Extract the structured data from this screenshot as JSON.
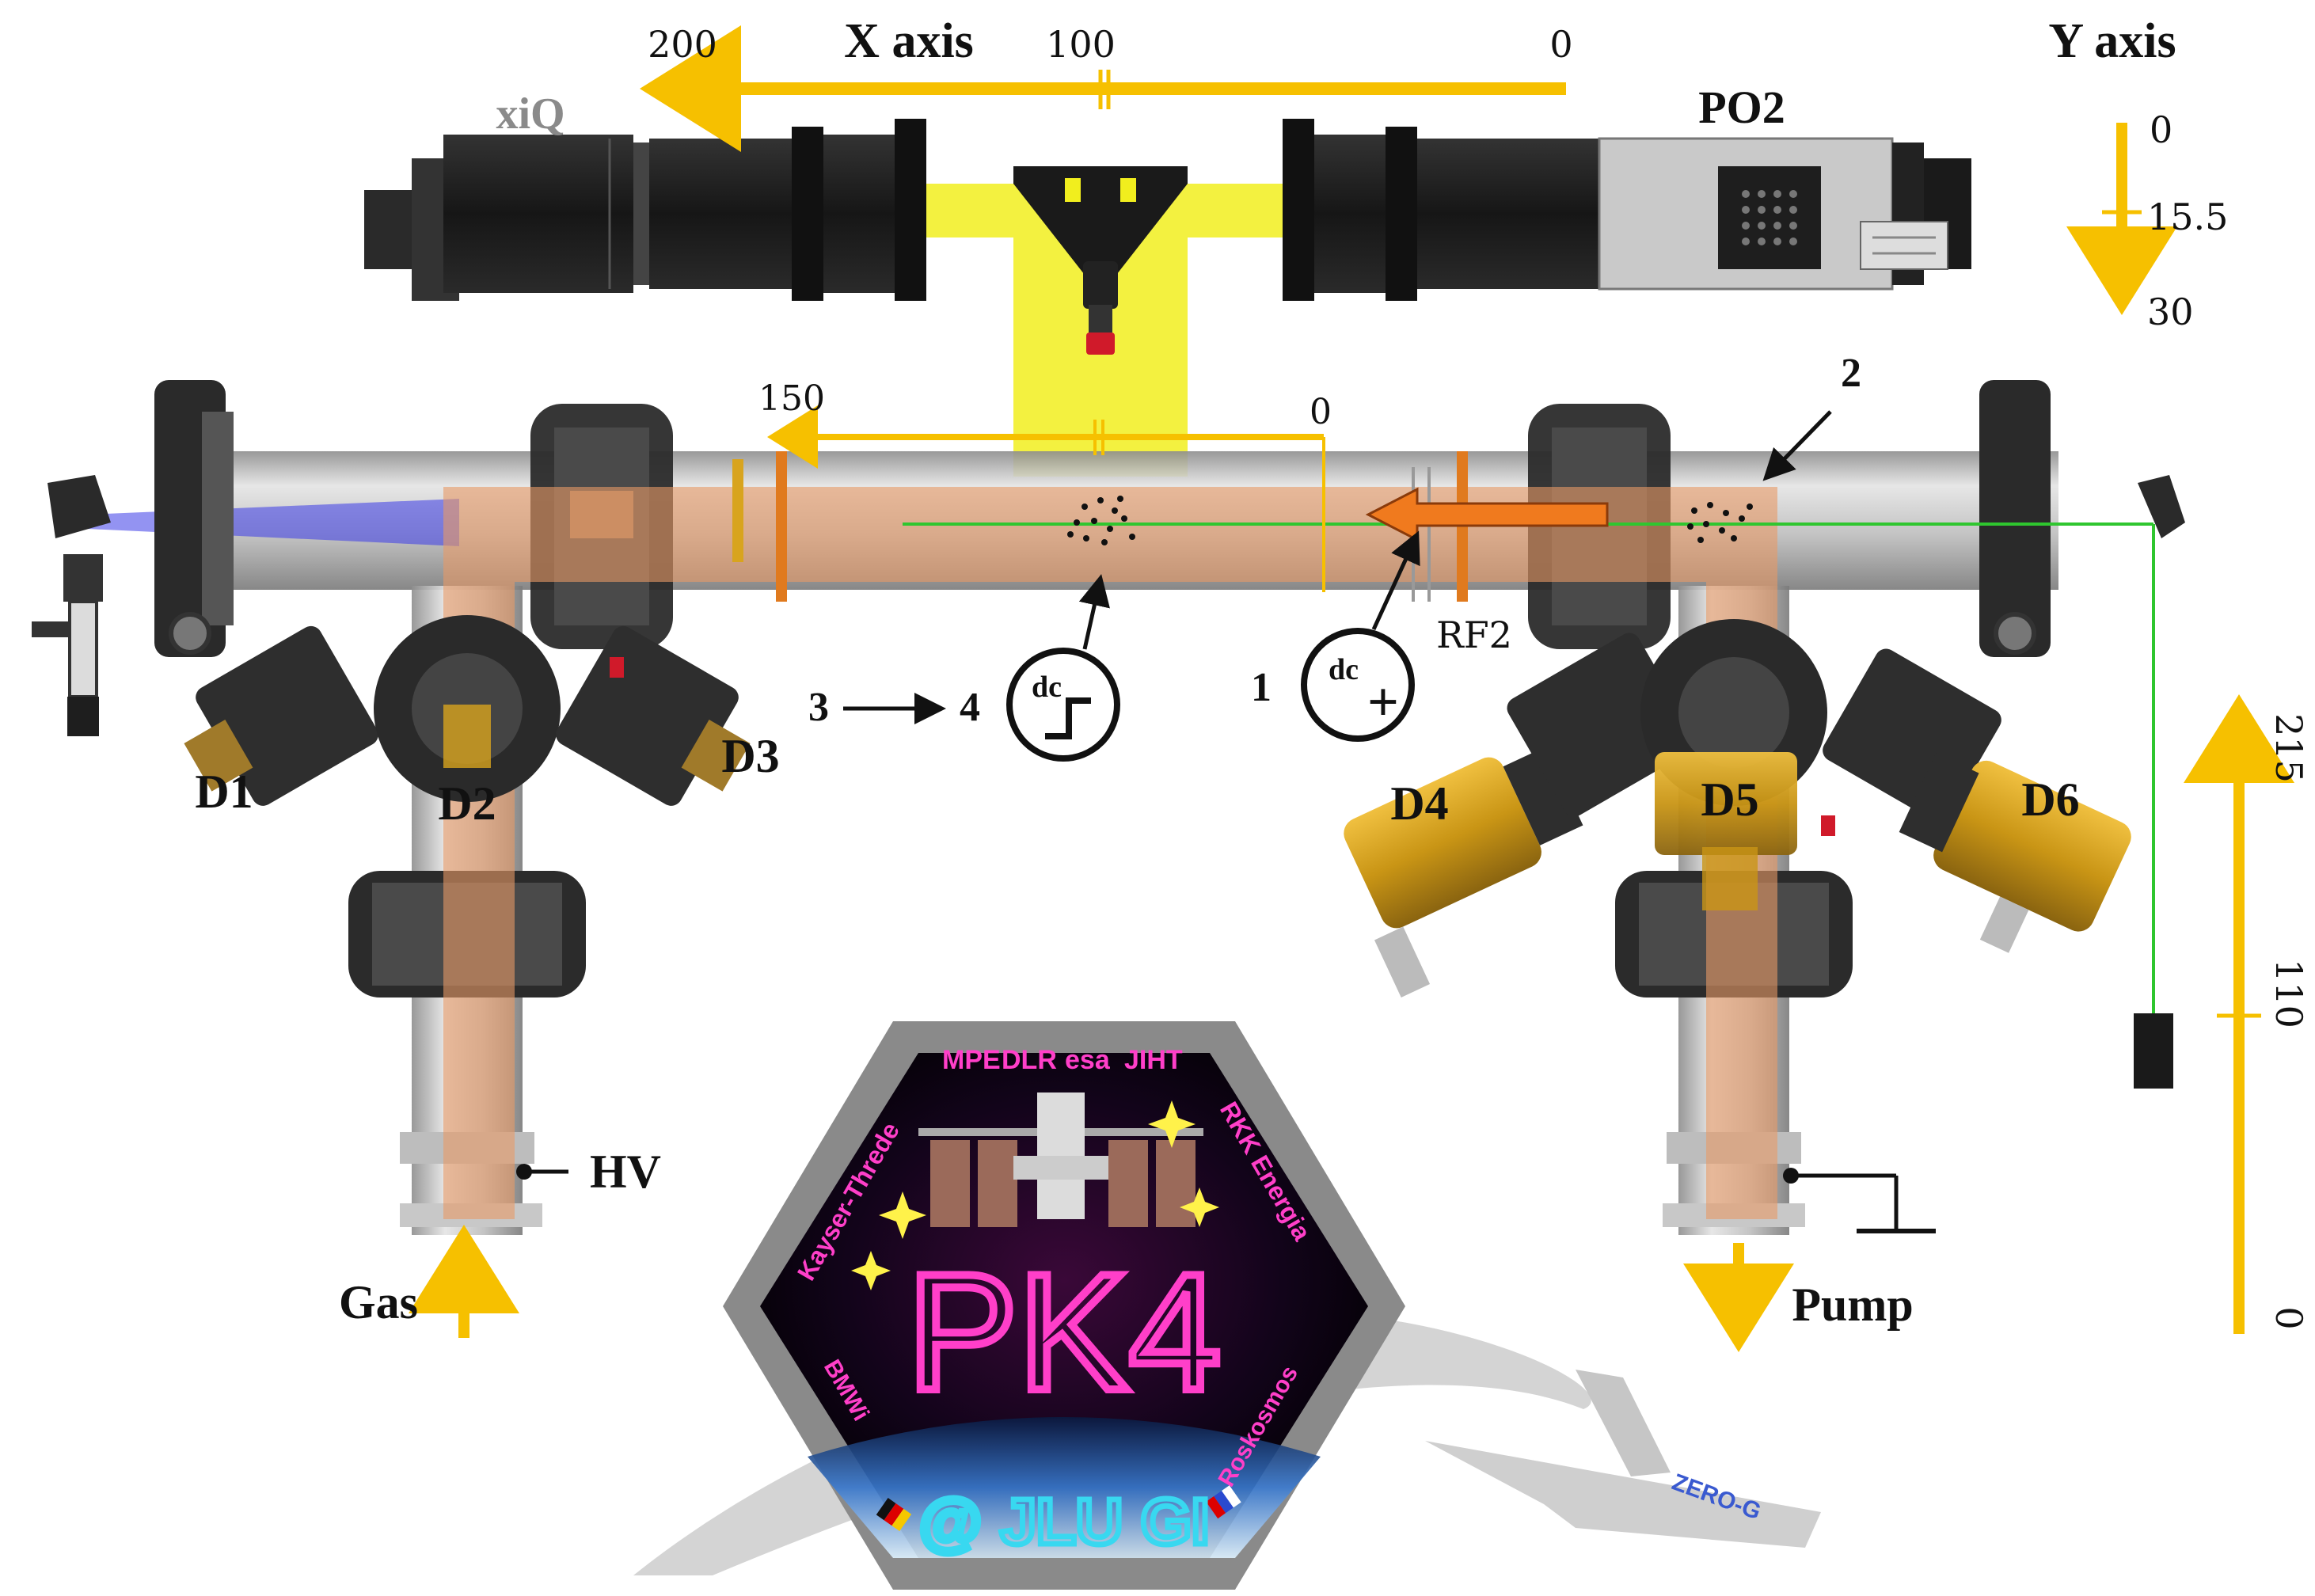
{
  "top_axis": {
    "title": "X axis",
    "ticks": [
      "200",
      "100",
      "0"
    ]
  },
  "y_axis": {
    "title": "Y axis",
    "ticks": [
      "0",
      "15.5",
      "30"
    ]
  },
  "tube_axis": {
    "ticks": [
      "150",
      "0"
    ]
  },
  "right_axis": {
    "ticks": [
      "215",
      "110",
      "0"
    ]
  },
  "cameras": {
    "left": "xiQ",
    "right": "PO2"
  },
  "markers": {
    "m1": "1",
    "m2": "2",
    "m3": "3",
    "m4": "4",
    "rf": "RF2"
  },
  "dc_symbols": {
    "dc_text": "dc",
    "plus": "+"
  },
  "detectors": [
    "D1",
    "D2",
    "D3",
    "D4",
    "D5",
    "D6"
  ],
  "ports": {
    "hv": "HV",
    "gas": "Gas",
    "pump": "Pump"
  },
  "badge": {
    "partners_top": [
      "MPE",
      "DLR",
      "esa",
      "JIHT"
    ],
    "left_side": "Kayser-Threde",
    "right_side": "RKK Energia",
    "bottom_left": "BMWi",
    "bottom_right": "Roskosmos",
    "main_logo": "PK4",
    "bottom_text": "@ JLU GI"
  },
  "plane_label": "ZERO-G",
  "colors": {
    "axis_arrow": "#f6c000",
    "beam_yellow": "#f1ee1e",
    "plasma_orange": "#e89a66",
    "laser_green": "#2fc62f",
    "laser_blue": "#3a3ae8",
    "badge_pink": "#ff3fc9",
    "badge_cyan": "#38d8f0",
    "orange_arrow": "#f07a1e",
    "detector_gold": "#d8a41e"
  }
}
